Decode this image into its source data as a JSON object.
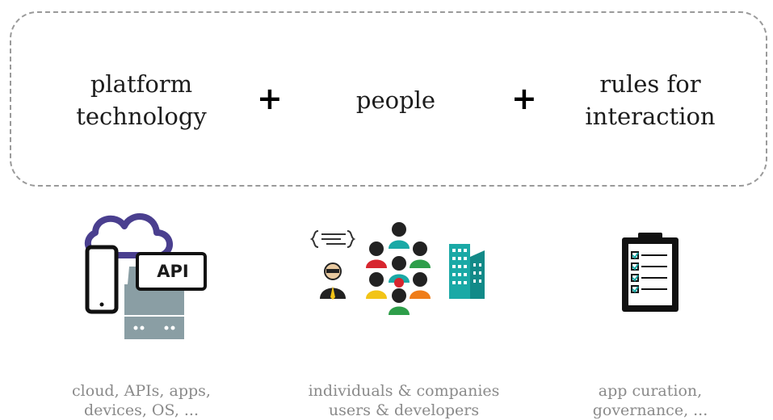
{
  "terms": {
    "platform": [
      "platform",
      "technology"
    ],
    "people": "people",
    "rules": [
      "rules for",
      "interaction"
    ]
  },
  "operators": [
    "+",
    "+"
  ],
  "icons": {
    "platform": [
      "cloud-icon",
      "phone-icon",
      "api-badge-icon",
      "server-icon"
    ],
    "people": [
      "code-bubble-icon",
      "developer-icon",
      "people-group-icon",
      "office-building-icon"
    ],
    "rules": [
      "clipboard-checklist-icon"
    ]
  },
  "api_label": "API",
  "captions": {
    "platform": [
      "cloud, APIs, apps,",
      "devices, OS, ..."
    ],
    "people": [
      "individuals & companies",
      "users & developers"
    ],
    "rules": [
      "app curation,",
      "governance, ..."
    ]
  },
  "colors": {
    "cloud": "#4a3f8f",
    "server": "#8a9ea4",
    "teal": "#1aa9a6",
    "red": "#d7262f",
    "yellow": "#f2c417",
    "green": "#2e9e4a",
    "orange": "#ef7d1a"
  }
}
